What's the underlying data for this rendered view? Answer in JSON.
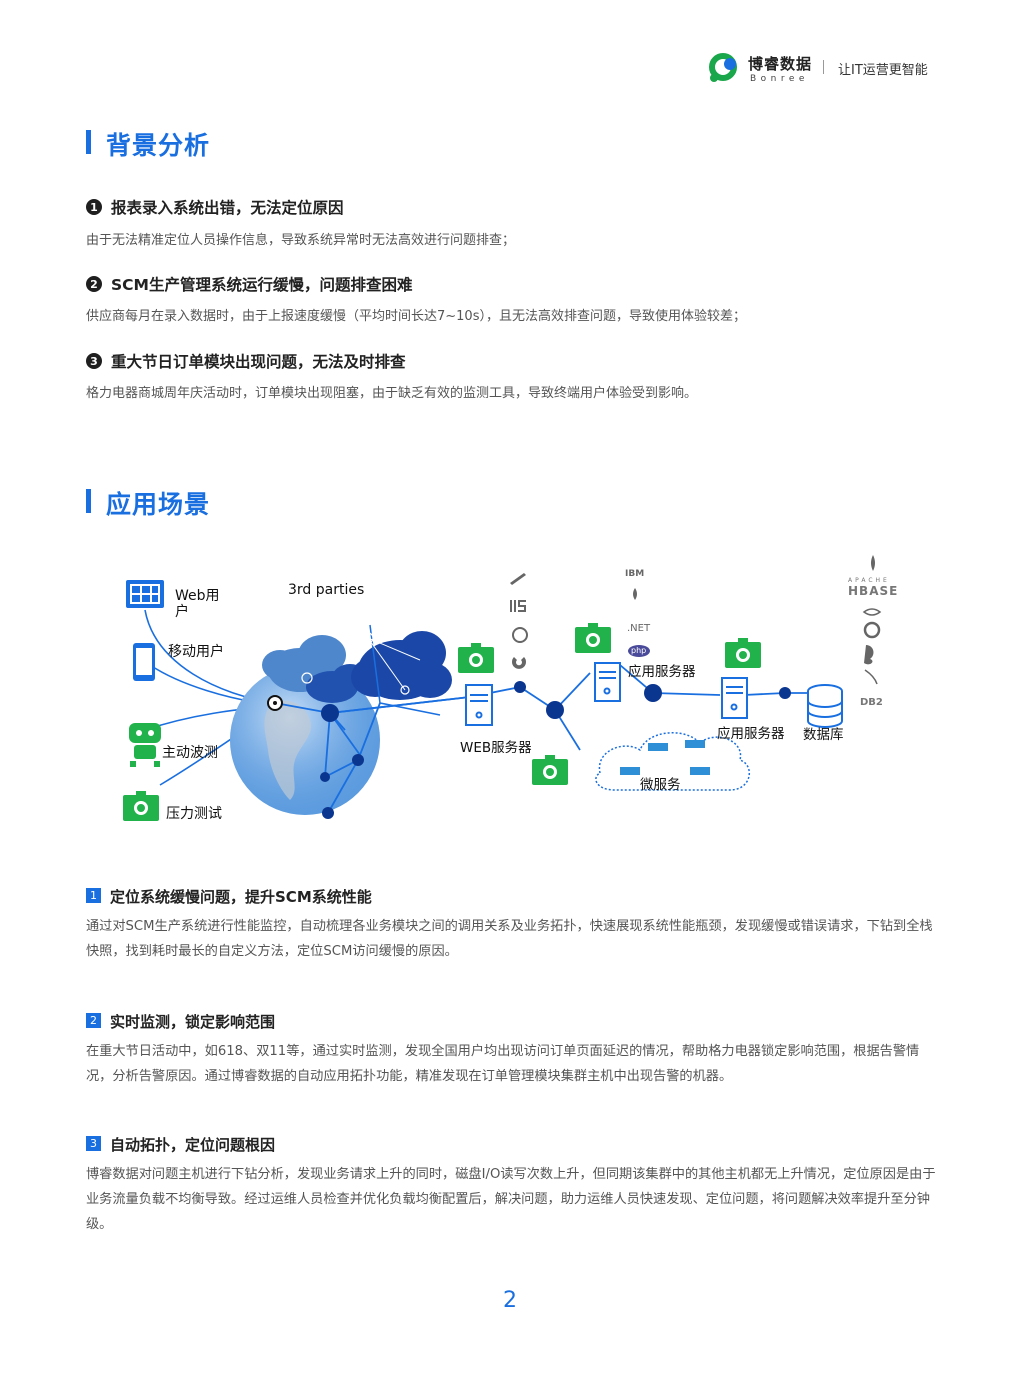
{
  "header": {
    "brand_cn": "博睿数据",
    "brand_en": "Bonree",
    "slogan": "让IT运营更智能"
  },
  "section1": {
    "title": "背景分析",
    "items": [
      {
        "num": "1",
        "heading": "报表录入系统出错，无法定位原因",
        "desc": "由于无法精准定位人员操作信息，导致系统异常时无法高效进行问题排查；"
      },
      {
        "num": "2",
        "heading": "SCM生产管理系统运行缓慢，问题排查困难",
        "desc": "供应商每月在录入数据时，由于上报速度缓慢（平均时间长达7~10s），且无法高效排查问题，导致使用体验较差；"
      },
      {
        "num": "3",
        "heading": "重大节日订单模块出现问题，无法及时排查",
        "desc": "格力电器商城周年庆活动时，订单模块出现阻塞，由于缺乏有效的监测工具，导致终端用户体验受到影响。"
      }
    ]
  },
  "section2": {
    "title": "应用场景",
    "diagram": {
      "web_user": "Web用户",
      "mobile_user": "移动用户",
      "active_probe": "主动波测",
      "stress_test": "压力测试",
      "third_parties": "3rd parties",
      "web_server": "WEB服务器",
      "app_server_1": "应用服务器",
      "app_server_2": "应用服务器",
      "database": "数据库",
      "microservice": "微服务",
      "tech_labels": {
        "ibm": "IBM",
        "iis": "IIS",
        "dotnet": ".NET",
        "php": "php",
        "apache": "APACHE",
        "hbase": "HBASE",
        "db2": "DB2"
      }
    },
    "items": [
      {
        "num": "1",
        "heading": "定位系统缓慢问题，提升SCM系统性能",
        "desc": "通过对SCM生产系统进行性能监控，自动梳理各业务模块之间的调用关系及业务拓扑，快速展现系统性能瓶颈，发现缓慢或错误请求，下钻到全栈快照，找到耗时最长的自定义方法，定位SCM访问缓慢的原因。"
      },
      {
        "num": "2",
        "heading": "实时监测，锁定影响范围",
        "desc": "在重大节日活动中，如618、双11等，通过实时监测，发现全国用户均出现访问订单页面延迟的情况，帮助格力电器锁定影响范围，根据告警情况，分析告警原因。通过博睿数据的自动应用拓扑功能，精准发现在订单管理模块集群主机中出现告警的机器。"
      },
      {
        "num": "3",
        "heading": "自动拓扑，定位问题根因",
        "desc": "博睿数据对问题主机进行下钻分析，发现业务请求上升的同时，磁盘I/O读写次数上升，但同期该集群中的其他主机都无上升情况，定位原因是由于业务流量负载不均衡导致。经过运维人员检查并优化负载均衡配置后，解决问题，助力运维人员快速发现、定位问题，将问题解决效率提升至分钟级。"
      }
    ]
  },
  "page_number": "2",
  "colors": {
    "accent": "#1a6fe0",
    "green": "#21b24b"
  }
}
